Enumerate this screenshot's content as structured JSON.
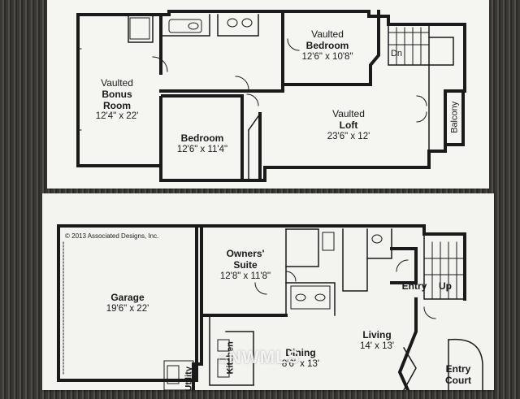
{
  "upper_floor": {
    "bonus_room": {
      "line1": "Vaulted",
      "line2": "Bonus",
      "line3": "Room",
      "dims": "12'4\" x 22'"
    },
    "bedroom_top": {
      "line1": "Vaulted",
      "line2": "Bedroom",
      "dims": "12'6\" x 10'8\""
    },
    "bedroom_mid": {
      "name": "Bedroom",
      "dims": "12'6\" x 11'4\""
    },
    "loft": {
      "line1": "Vaulted",
      "line2": "Loft",
      "dims": "23'6\" x 12'"
    },
    "stair_label": "Dn",
    "balcony": "Balcony"
  },
  "main_floor": {
    "copyright": "© 2013 Associated Designs, Inc.",
    "garage": {
      "name": "Garage",
      "dims": "19'6\" x 22'"
    },
    "owners_suite": {
      "line1": "Owners'",
      "line2": "Suite",
      "dims": "12'8\" x 11'8\""
    },
    "entry": "Entry",
    "up": "Up",
    "living": {
      "name": "Living",
      "dims": "14' x 13'"
    },
    "dining": {
      "name": "Dining",
      "dims": "8'6\" x 13'"
    },
    "kitchen": "Kitchen",
    "utility": "Utility",
    "entry_court": {
      "line1": "Entry",
      "line2": "Court"
    }
  },
  "watermark": "NWMLS"
}
